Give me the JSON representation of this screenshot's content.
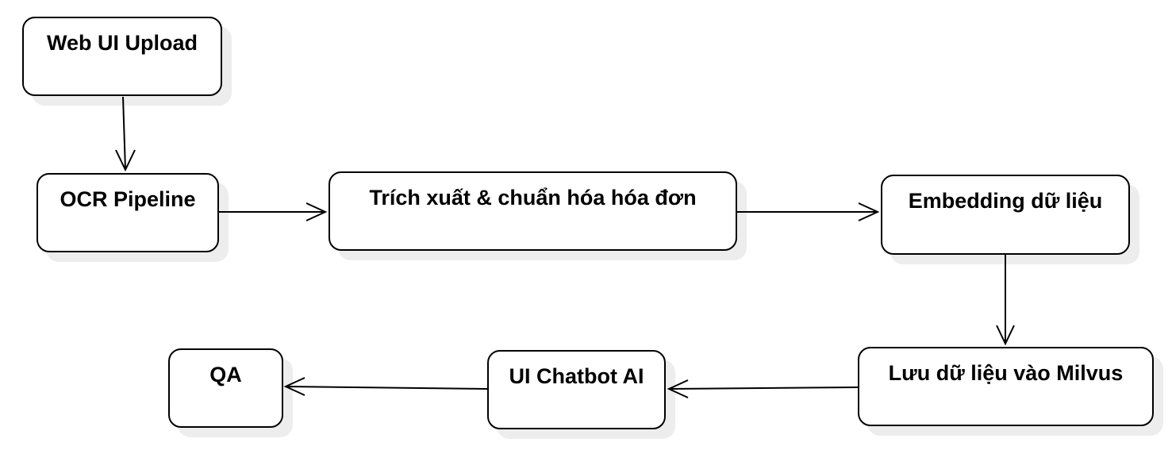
{
  "nodes": {
    "web_ui_upload": "Web UI Upload",
    "ocr_pipeline": "OCR Pipeline",
    "extract_normalize": "Trích xuất & chuẩn hóa hóa đơn",
    "embedding": "Embedding dữ liệu",
    "store_milvus": "Lưu dữ liệu vào Milvus",
    "chatbot_ui": "UI Chatbot AI",
    "qa": "QA"
  },
  "edges": [
    {
      "from": "web_ui_upload",
      "to": "ocr_pipeline"
    },
    {
      "from": "ocr_pipeline",
      "to": "extract_normalize"
    },
    {
      "from": "extract_normalize",
      "to": "embedding"
    },
    {
      "from": "embedding",
      "to": "store_milvus"
    },
    {
      "from": "store_milvus",
      "to": "chatbot_ui"
    },
    {
      "from": "chatbot_ui",
      "to": "qa"
    }
  ],
  "colors": {
    "stroke": "#000000",
    "fill": "#ffffff"
  }
}
